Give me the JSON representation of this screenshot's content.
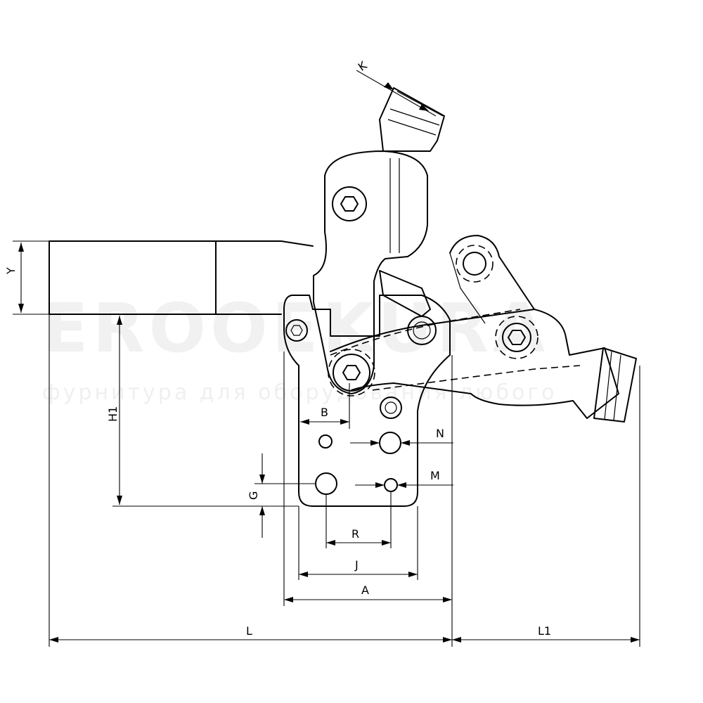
{
  "watermark": {
    "brand": "EROOEKURA",
    "tagline": "фурнитура для оборудования любого"
  },
  "labels": {
    "K": "K",
    "Y": "Y",
    "H1": "H1",
    "B": "B",
    "N": "N",
    "M": "M",
    "G": "G",
    "R": "R",
    "J": "J",
    "A": "A",
    "L": "L",
    "L1": "L1"
  }
}
